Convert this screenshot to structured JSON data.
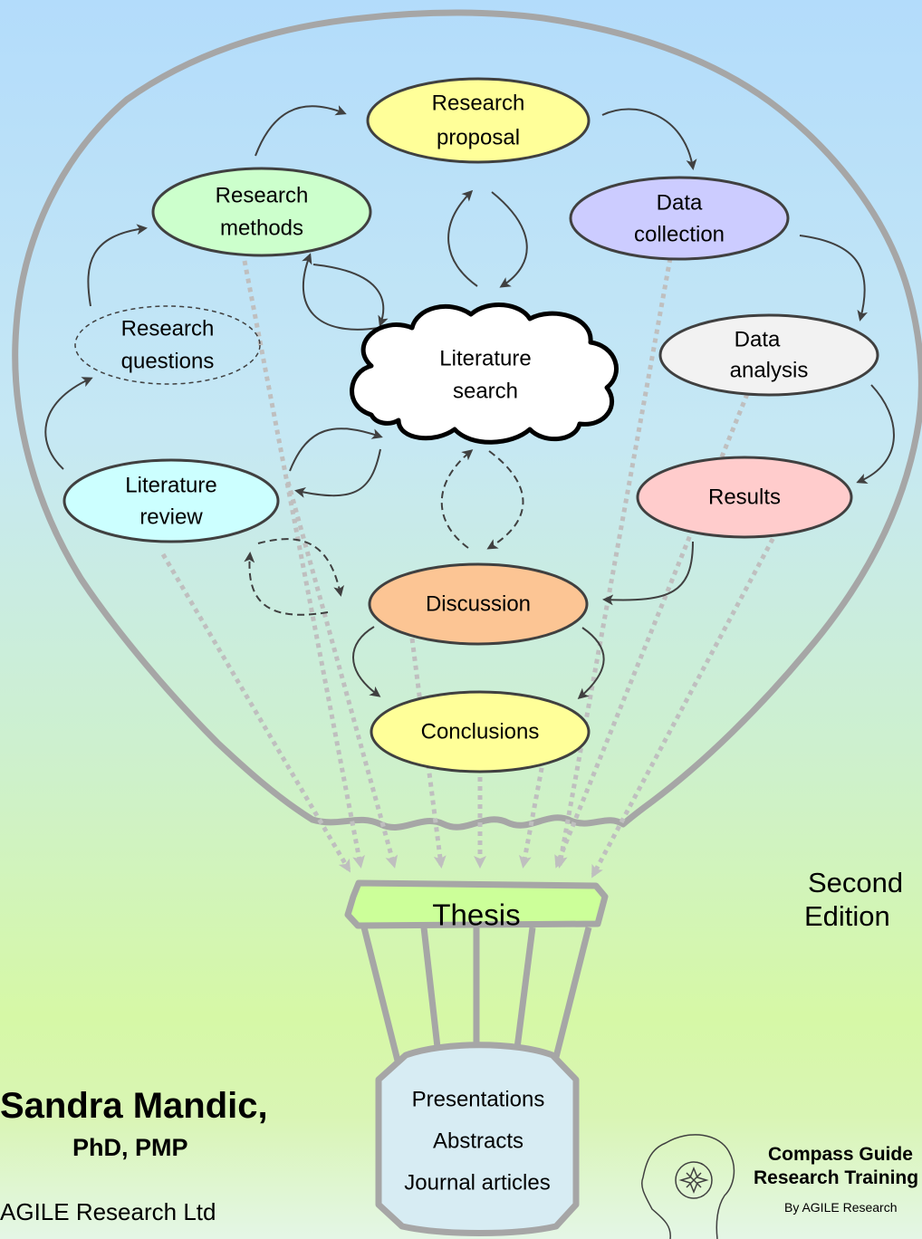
{
  "diagram": {
    "nodes": {
      "research_proposal": [
        "Research",
        "proposal"
      ],
      "research_methods": [
        "Research",
        "methods"
      ],
      "data_collection": [
        "Data",
        "collection"
      ],
      "research_questions": [
        "Research",
        "questions"
      ],
      "literature_search": [
        "Literature",
        "search"
      ],
      "data_analysis": [
        "Data",
        "analysis"
      ],
      "literature_review": [
        "Literature",
        "review"
      ],
      "results": "Results",
      "discussion": "Discussion",
      "conclusions": "Conclusions",
      "thesis": "Thesis"
    },
    "outputs": [
      "Presentations",
      "Abstracts",
      "Journal articles"
    ],
    "colors": {
      "research_proposal": "#ffff99",
      "research_methods": "#ccffcc",
      "data_collection": "#ccccff",
      "research_questions": "#d4edf8",
      "literature_search": "#ffffff",
      "data_analysis": "#f2f2f2",
      "literature_review": "#ccffff",
      "results": "#ffcccc",
      "discussion": "#fcc594",
      "conclusions": "#ffff99",
      "thesis_band": "#ccff99",
      "balloon_outline": "#a6a6a6"
    }
  },
  "edition": [
    "Second",
    "Edition"
  ],
  "author": {
    "name": "Sandra Mandic,",
    "credentials": "PhD, PMP",
    "company": "AGILE Research Ltd"
  },
  "series": {
    "title_line1": "Compass Guide",
    "title_line2": "Research Training",
    "byline": "By AGILE Research"
  },
  "logo": {
    "icon": "head-compass-icon"
  }
}
